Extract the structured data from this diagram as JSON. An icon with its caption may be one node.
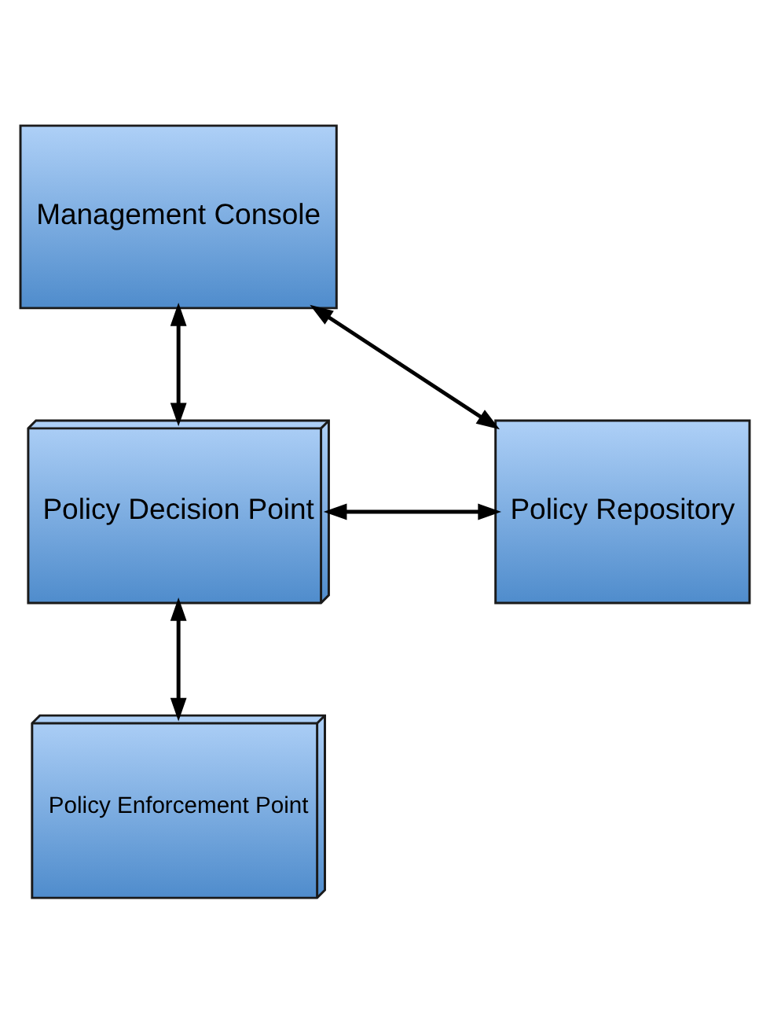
{
  "diagram": {
    "nodes": [
      {
        "text": [
          "Management Console"
        ]
      },
      {
        "text": [
          "Policy Decision Point"
        ]
      },
      {
        "text": [
          "Policy Repository"
        ]
      },
      {
        "text": [
          "Policy Enforcement Point"
        ]
      }
    ],
    "edges": [
      {
        "from": 0,
        "to": 1,
        "arrow": "both"
      },
      {
        "from": 1,
        "to": 2,
        "arrow": "both"
      },
      {
        "from": 0,
        "to": 2,
        "arrow": "both"
      },
      {
        "from": 1,
        "to": 3,
        "arrow": "both"
      }
    ]
  }
}
